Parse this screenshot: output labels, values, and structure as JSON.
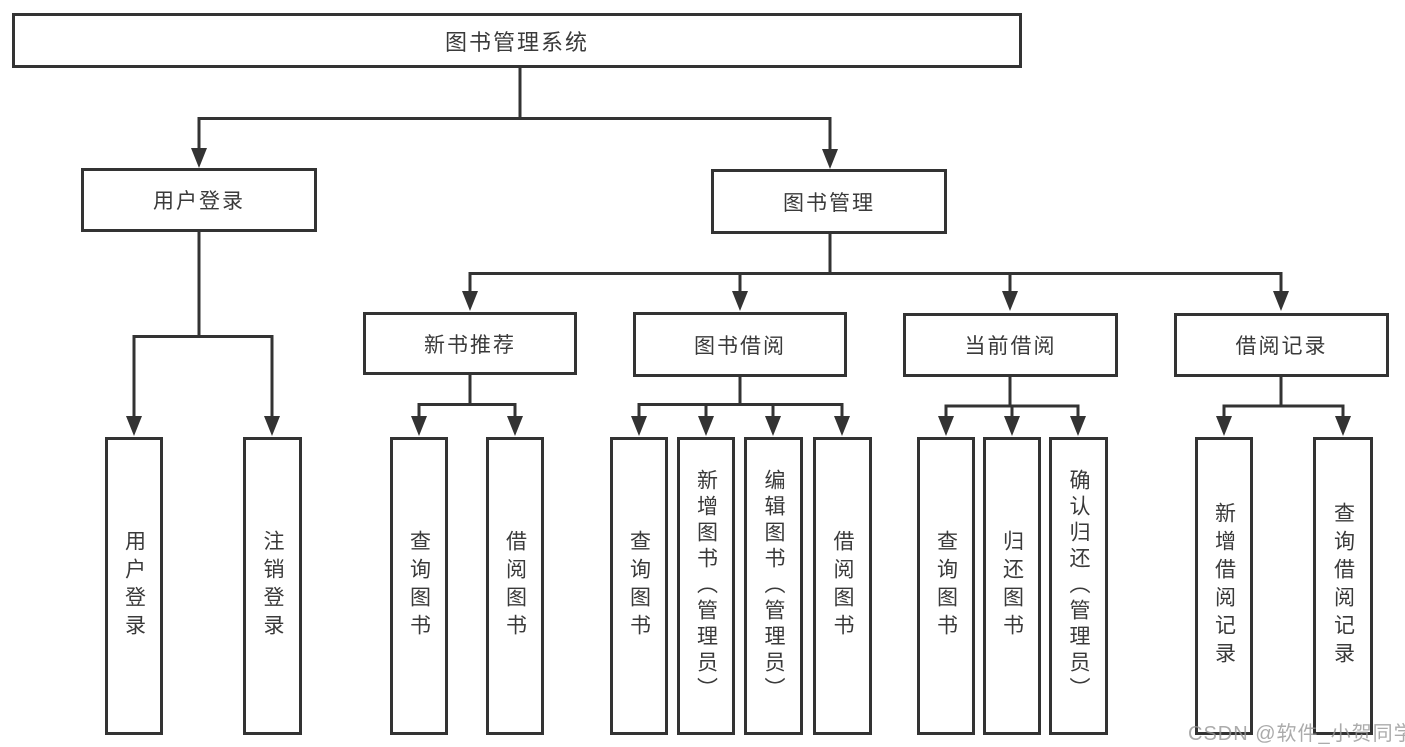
{
  "diagram": {
    "colors": {
      "line": "#333333",
      "node_border": "#333333",
      "node_text": "#3a3a3a",
      "background": "#ffffff",
      "watermark_text_color": "#969696"
    },
    "nodes": {
      "root": "图书管理系统",
      "userLogin": "用户登录",
      "bookMgmt": "图书管理",
      "newBookRec": "新书推荐",
      "bookBorrow": "图书借阅",
      "currentBorrow": "当前借阅",
      "borrowRecord": "借阅记录",
      "leafUserLogin": "用户登录",
      "leafLogout": "注销登录",
      "leafRecQuery": "查询图书",
      "leafRecBorrow": "借阅图书",
      "leafBorQuery": "查询图书",
      "leafBorAdd": "新增图书（管理员）",
      "leafBorEdit": "编辑图书（管理员）",
      "leafBorBorrow": "借阅图书",
      "leafCurQuery": "查询图书",
      "leafCurReturn": "归还图书",
      "leafCurConfirm": "确认归还（管理员）",
      "leafRecdAdd": "新增借阅记录",
      "leafRecdQuery": "查询借阅记录"
    },
    "watermark": "CSDN @软件_小贺同学"
  }
}
